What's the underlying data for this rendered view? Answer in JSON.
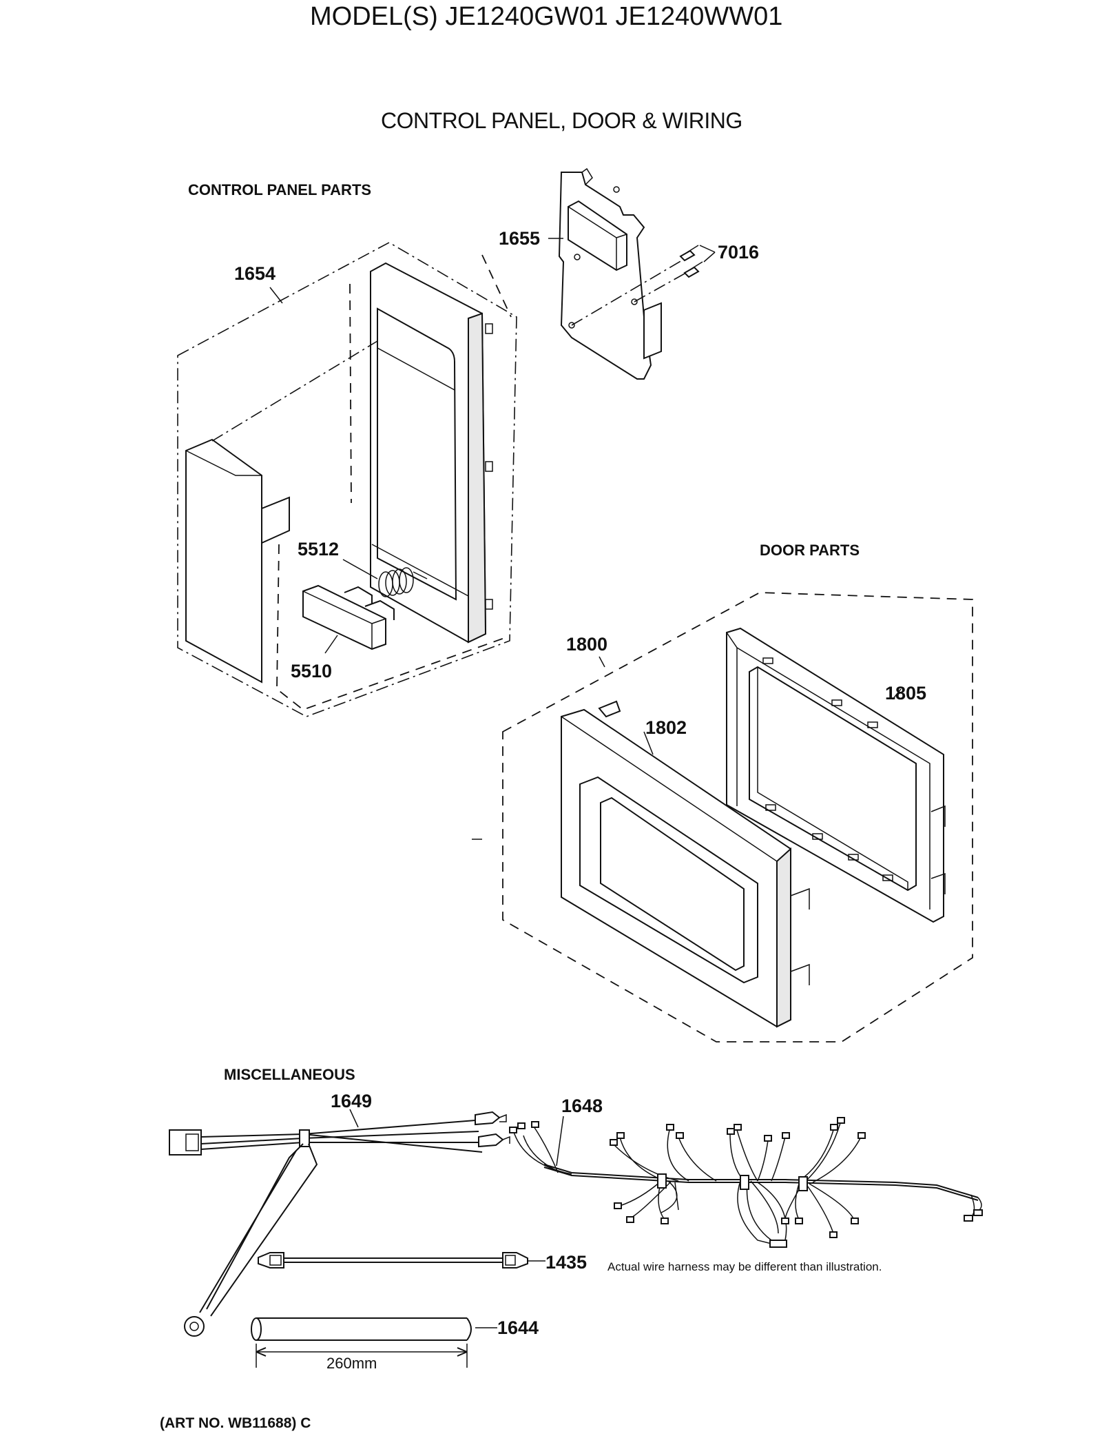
{
  "header": {
    "model_line": "MODEL(S) JE1240GW01  JE1240WW01",
    "page_title": "CONTROL PANEL, DOOR & WIRING"
  },
  "sections": {
    "control_panel": "CONTROL PANEL PARTS",
    "door": "DOOR PARTS",
    "misc": "MISCELLANEOUS"
  },
  "parts": {
    "p1654": "1654",
    "p1655": "1655",
    "p7016": "7016",
    "p5512": "5512",
    "p5510": "5510",
    "p1800": "1800",
    "p1805": "1805",
    "p1802": "1802",
    "p1649": "1649",
    "p1648": "1648",
    "p1435": "1435",
    "p1644": "1644"
  },
  "notes": {
    "harness_note": "Actual wire harness may be different than illustration.",
    "dimension": "260mm"
  },
  "footer": {
    "art_no": "(ART NO. WB11688) C"
  }
}
